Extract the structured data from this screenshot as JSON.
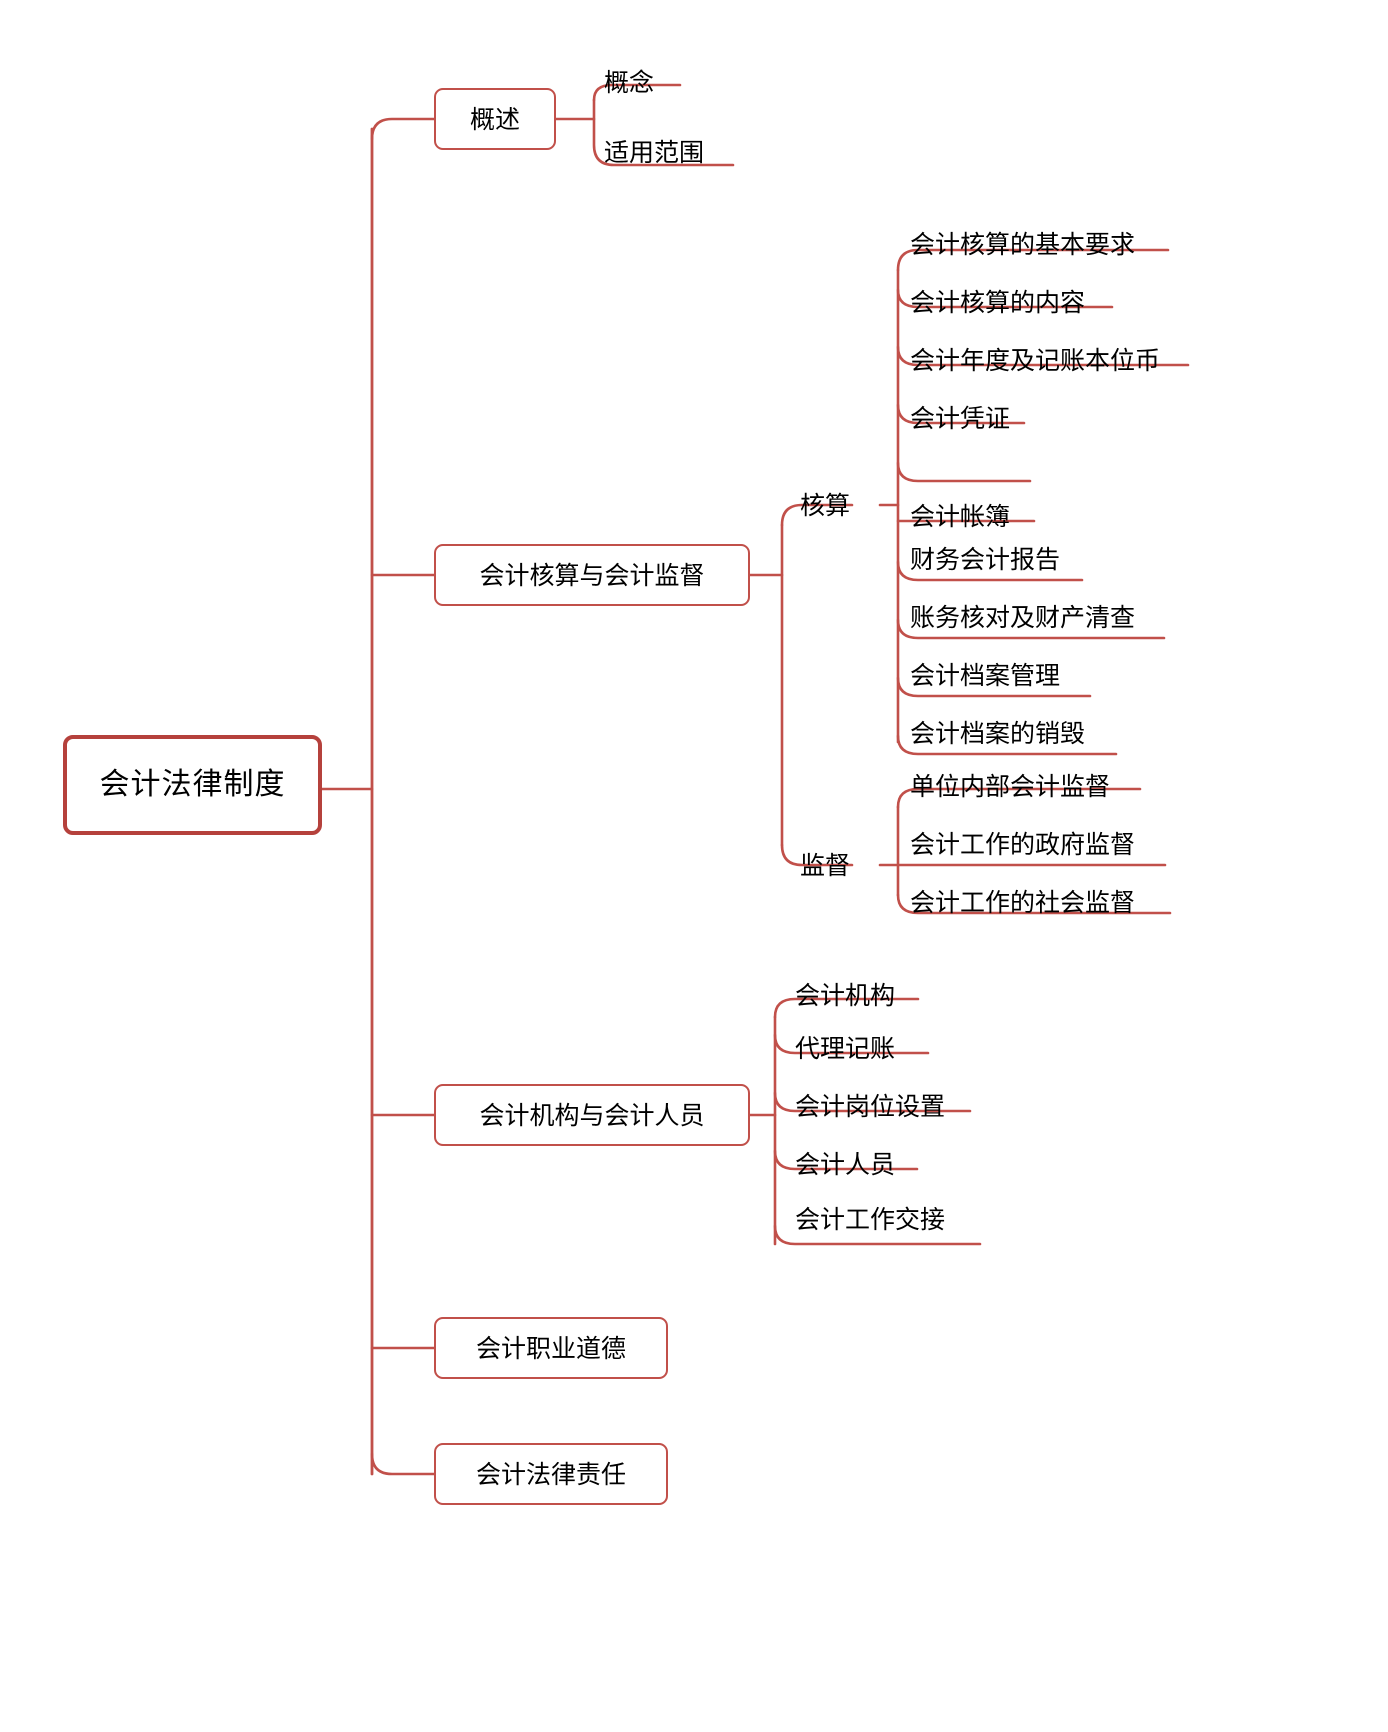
{
  "diagram": {
    "type": "mindmap",
    "title": "会计法律制度",
    "orientation": "left-to-right",
    "colors": {
      "root_border": "#b5413c",
      "branch_border": "#c1504a",
      "link": "#c1504a",
      "text": "#000000",
      "background": "#ffffff"
    }
  },
  "root": {
    "label": "会计法律制度"
  },
  "branches": [
    {
      "label": "概述",
      "children": [
        {
          "label": "概念"
        },
        {
          "label": "适用范围"
        }
      ]
    },
    {
      "label": "会计核算与会计监督",
      "children": [
        {
          "label": "核算",
          "children": [
            {
              "label": "会计核算的基本要求"
            },
            {
              "label": "会计核算的内容"
            },
            {
              "label": "会计年度及记账本位币"
            },
            {
              "label": "会计凭证"
            },
            {
              "label": ""
            },
            {
              "label": "会计帐簿"
            },
            {
              "label": "财务会计报告"
            },
            {
              "label": "账务核对及财产清查"
            },
            {
              "label": "会计档案管理"
            },
            {
              "label": "会计档案的销毁"
            }
          ]
        },
        {
          "label": "监督",
          "children": [
            {
              "label": "单位内部会计监督"
            },
            {
              "label": "会计工作的政府监督"
            },
            {
              "label": "会计工作的社会监督"
            }
          ]
        }
      ]
    },
    {
      "label": "会计机构与会计人员",
      "children": [
        {
          "label": "会计机构"
        },
        {
          "label": "代理记账"
        },
        {
          "label": "会计岗位设置"
        },
        {
          "label": "会计人员"
        },
        {
          "label": "会计工作交接"
        }
      ]
    },
    {
      "label": "会计职业道德",
      "children": []
    },
    {
      "label": "会计法律责任",
      "children": []
    }
  ]
}
